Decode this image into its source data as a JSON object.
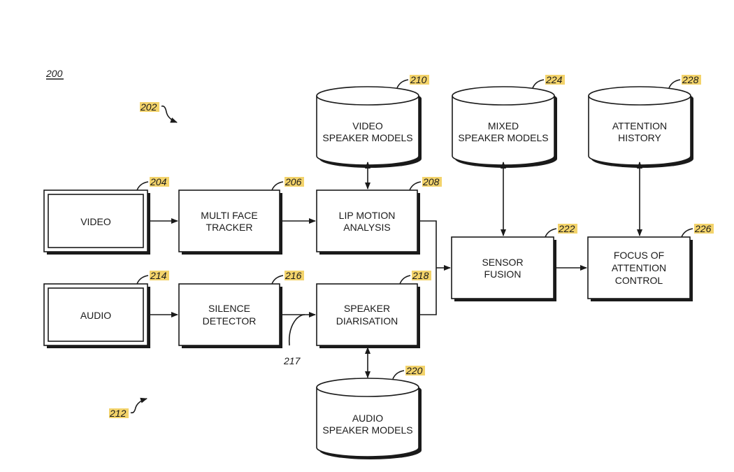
{
  "figure": {
    "figure_number": "200",
    "highlight_color": "#f3d36b",
    "line_color": "#1a1a1a"
  },
  "nodes": {
    "video_source": {
      "label": [
        "VIDEO"
      ],
      "ref": "204"
    },
    "audio_source": {
      "label": [
        "AUDIO"
      ],
      "ref": "214"
    },
    "multi_face_tracker": {
      "label": [
        "MULTI FACE",
        "TRACKER"
      ],
      "ref": "206"
    },
    "silence_detector": {
      "label": [
        "SILENCE",
        "DETECTOR"
      ],
      "ref": "216"
    },
    "lip_motion_analysis": {
      "label": [
        "LIP MOTION",
        "ANALYSIS"
      ],
      "ref": "208"
    },
    "speaker_diarisation": {
      "label": [
        "SPEAKER",
        "DIARISATION"
      ],
      "ref": "218"
    },
    "sensor_fusion": {
      "label": [
        "SENSOR",
        "FUSION"
      ],
      "ref": "222"
    },
    "focus_of_attention_control": {
      "label": [
        "FOCUS OF",
        "ATTENTION",
        "CONTROL"
      ],
      "ref": "226"
    },
    "video_speaker_models": {
      "label": [
        "VIDEO",
        "SPEAKER MODELS"
      ],
      "ref": "210"
    },
    "mixed_speaker_models": {
      "label": [
        "MIXED",
        "SPEAKER MODELS"
      ],
      "ref": "224"
    },
    "attention_history": {
      "label": [
        "ATTENTION",
        "HISTORY"
      ],
      "ref": "228"
    },
    "audio_speaker_models": {
      "label": [
        "AUDIO",
        "SPEAKER MODELS"
      ],
      "ref": "220"
    }
  },
  "group_refs": {
    "video_path": "202",
    "audio_path": "212",
    "silence_link": "217"
  }
}
